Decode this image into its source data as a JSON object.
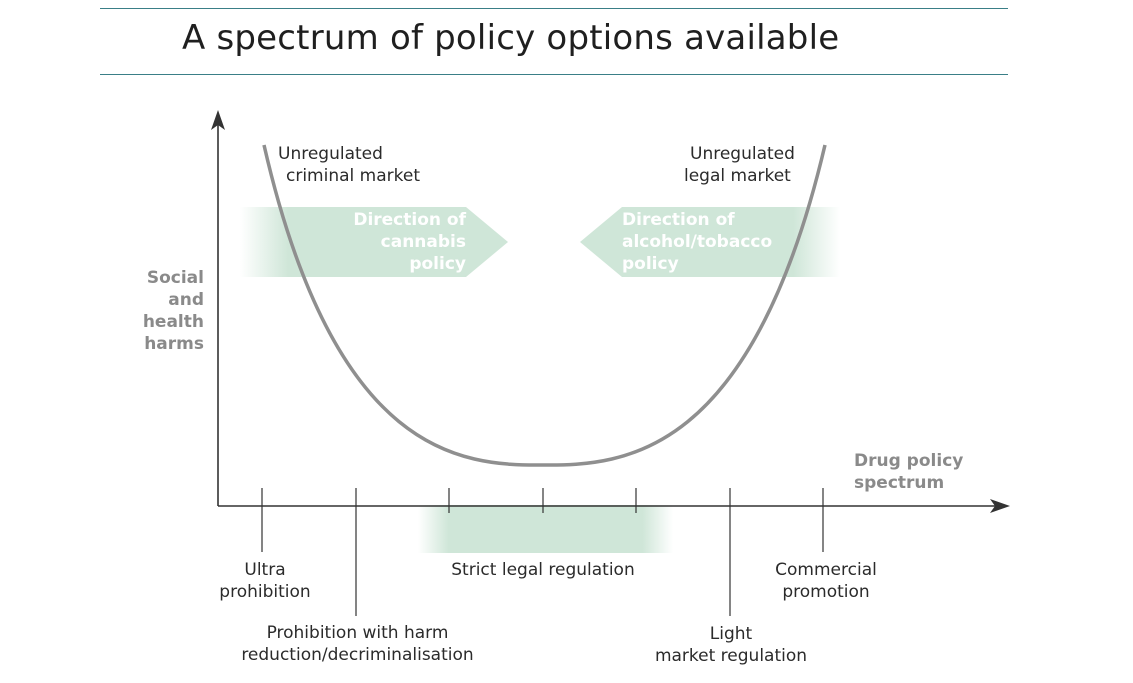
{
  "title": "A spectrum of policy options available",
  "y_axis_label": [
    "Social",
    "and",
    "health",
    "harms"
  ],
  "x_axis_label": [
    "Drug policy",
    "spectrum"
  ],
  "curve_labels": {
    "left": [
      "Unregulated",
      "criminal market"
    ],
    "right": [
      "Unregulated",
      "legal market"
    ]
  },
  "arrows": {
    "cannabis": [
      "Direction of",
      "cannabis",
      "policy"
    ],
    "alcohol_tobacco": [
      "Direction of",
      "alcohol/tobacco",
      "policy"
    ]
  },
  "spectrum_points": {
    "ultra_prohibition": [
      "Ultra",
      "prohibition"
    ],
    "harm_reduction": [
      "Prohibition with harm",
      "reduction/decriminalisation"
    ],
    "strict_regulation": [
      "Strict legal regulation"
    ],
    "light_regulation": [
      "Light",
      "market regulation"
    ],
    "commercial_promotion": [
      "Commercial",
      "promotion"
    ]
  },
  "colors": {
    "rule": "#3a7f87",
    "curve": "#8f8f8f",
    "axis": "#333333",
    "highlight": "#cfe6d8",
    "axis_label": "#8a8a8a"
  }
}
